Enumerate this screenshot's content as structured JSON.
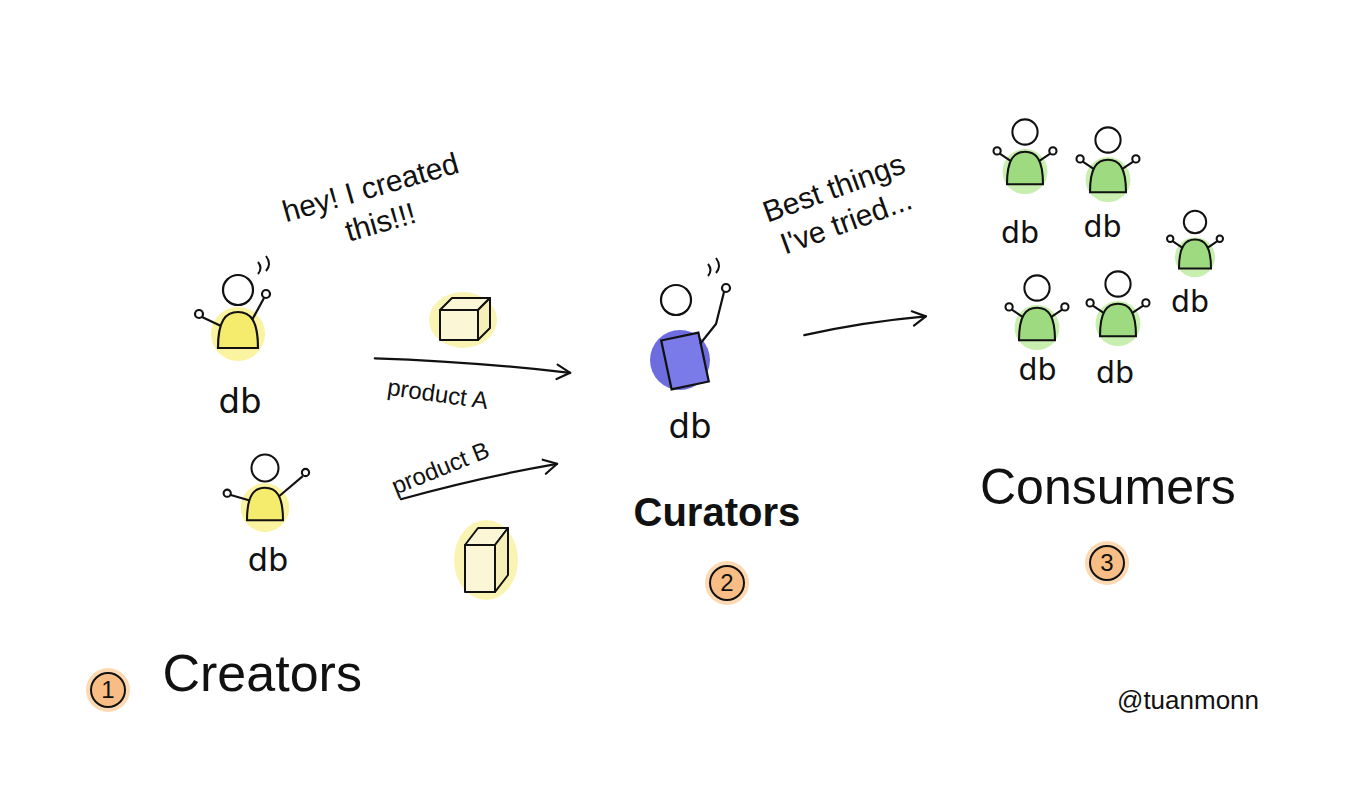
{
  "diagram": {
    "nodes": [
      {
        "text": [
          "db"
        ]
      },
      {
        "text": [
          "db"
        ]
      },
      {
        "text": [
          "db"
        ]
      },
      {
        "text": [
          "db"
        ]
      },
      {
        "text": [
          "db"
        ]
      },
      {
        "text": [
          "db"
        ]
      },
      {
        "text": [
          "db"
        ]
      },
      {
        "text": [
          "db"
        ]
      }
    ],
    "edges": [
      {
        "from": 0,
        "to": 2,
        "arrow": "to",
        "label": "product A"
      },
      {
        "from": 1,
        "to": 2,
        "arrow": "to",
        "label": "product B"
      },
      {
        "from": 2,
        "to": 6,
        "arrow": "to"
      }
    ],
    "labels": [
      "hey! I created this!!!",
      "Best things I've tried...",
      "Curators",
      "2",
      "Consumers",
      "3",
      "1",
      "Creators",
      "@tuanmonn"
    ]
  }
}
